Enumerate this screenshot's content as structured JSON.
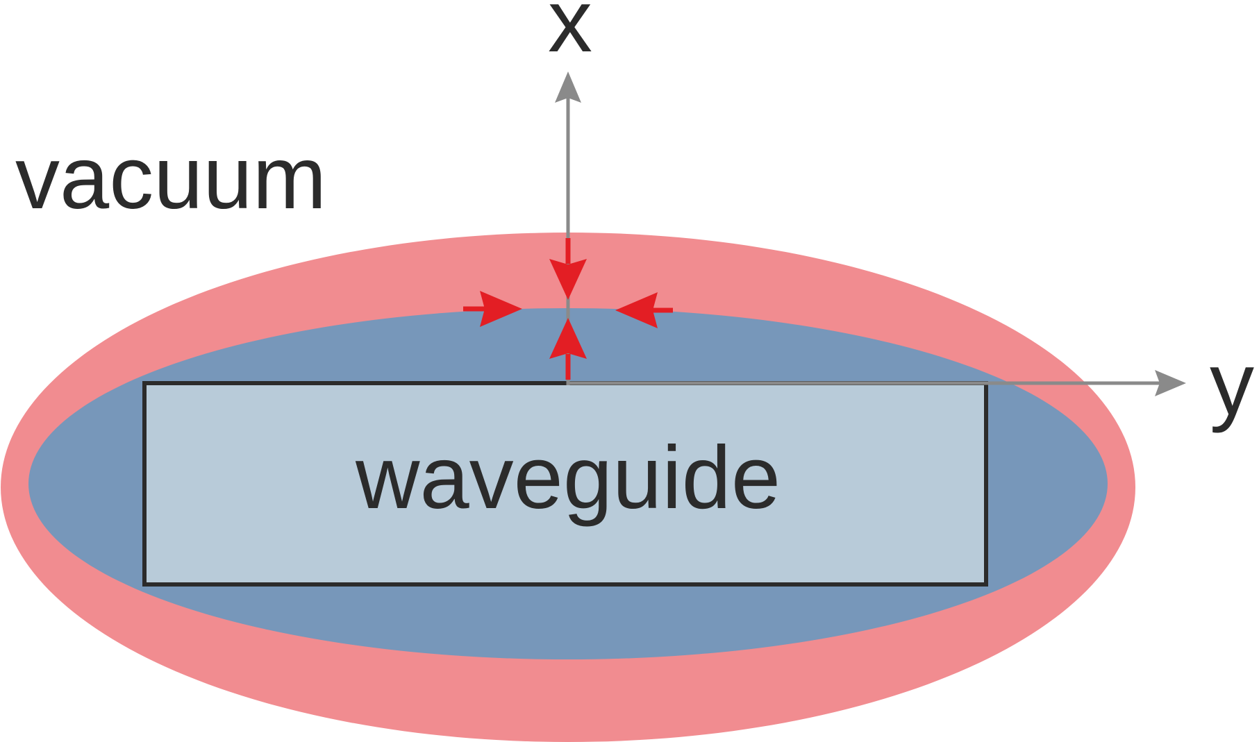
{
  "labels": {
    "vacuum": "vacuum",
    "waveguide": "waveguide",
    "x_axis": "x",
    "y_axis": "y"
  },
  "colors": {
    "outer_field": "#f18c90",
    "inner_field": "#7797ba",
    "waveguide_fill": "#b8cbd9",
    "waveguide_border": "#2b2b2b",
    "axis": "#8a8a8a",
    "arrows": "#e31e24",
    "text": "#2b2b2b"
  }
}
